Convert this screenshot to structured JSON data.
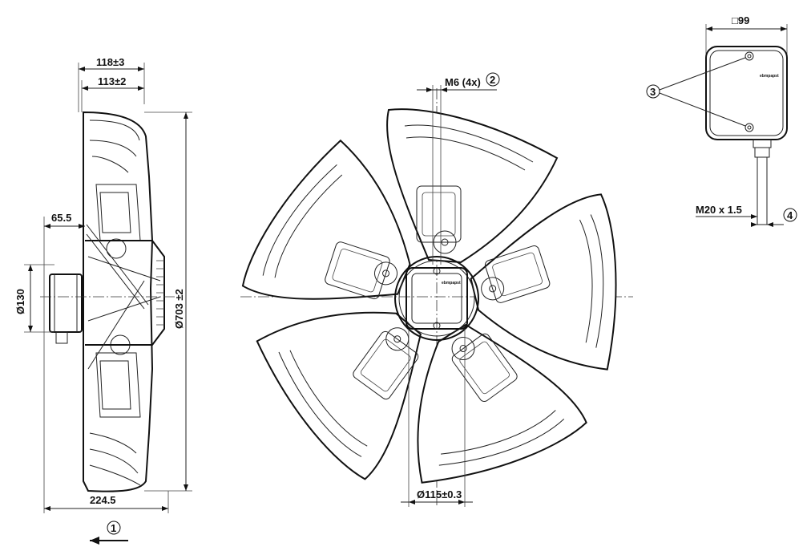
{
  "dimensions": {
    "overall_depth": "118±3",
    "blade_depth": "113±2",
    "motor_offset": "65.5",
    "motor_diameter": "Ø130",
    "fan_diameter": "Ø703 ±2",
    "base_width": "224.5",
    "mount_thread": "M6 (4x)",
    "hub_diameter": "Ø115±0.3",
    "box_size": "□99",
    "cable_gland": "M20 x 1.5"
  },
  "callouts": {
    "c1": "1",
    "c2": "2",
    "c3": "3",
    "c4": "4"
  },
  "labels": {
    "brand_hub": "ebmpapst",
    "brand_box": "ebmpapst"
  }
}
